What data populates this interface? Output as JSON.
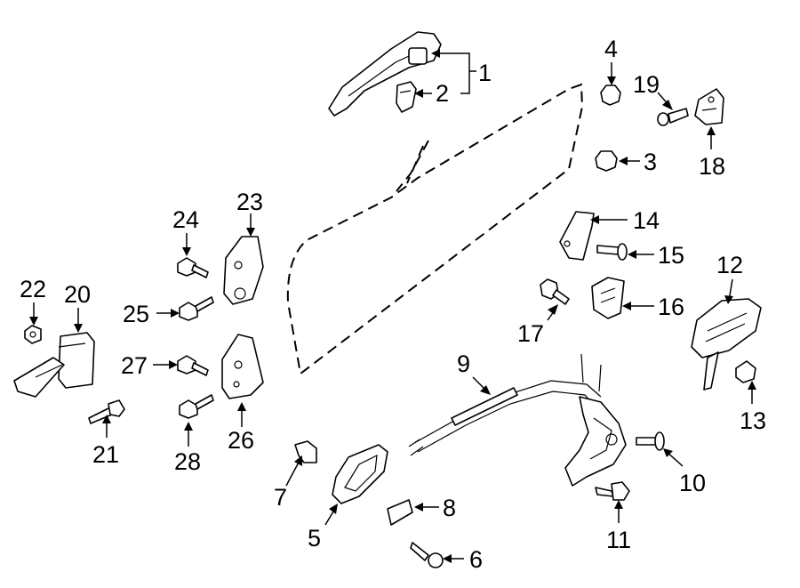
{
  "callouts": {
    "c1": "1",
    "c2": "2",
    "c3": "3",
    "c4": "4",
    "c5": "5",
    "c6": "6",
    "c7": "7",
    "c8": "8",
    "c9": "9",
    "c10": "10",
    "c11": "11",
    "c12": "12",
    "c13": "13",
    "c14": "14",
    "c15": "15",
    "c16": "16",
    "c17": "17",
    "c18": "18",
    "c19": "19",
    "c20": "20",
    "c21": "21",
    "c22": "22",
    "c23": "23",
    "c24": "24",
    "c25": "25",
    "c26": "26",
    "c27": "27",
    "c28": "28"
  },
  "colors": {
    "line": "#000000",
    "background": "#ffffff"
  }
}
